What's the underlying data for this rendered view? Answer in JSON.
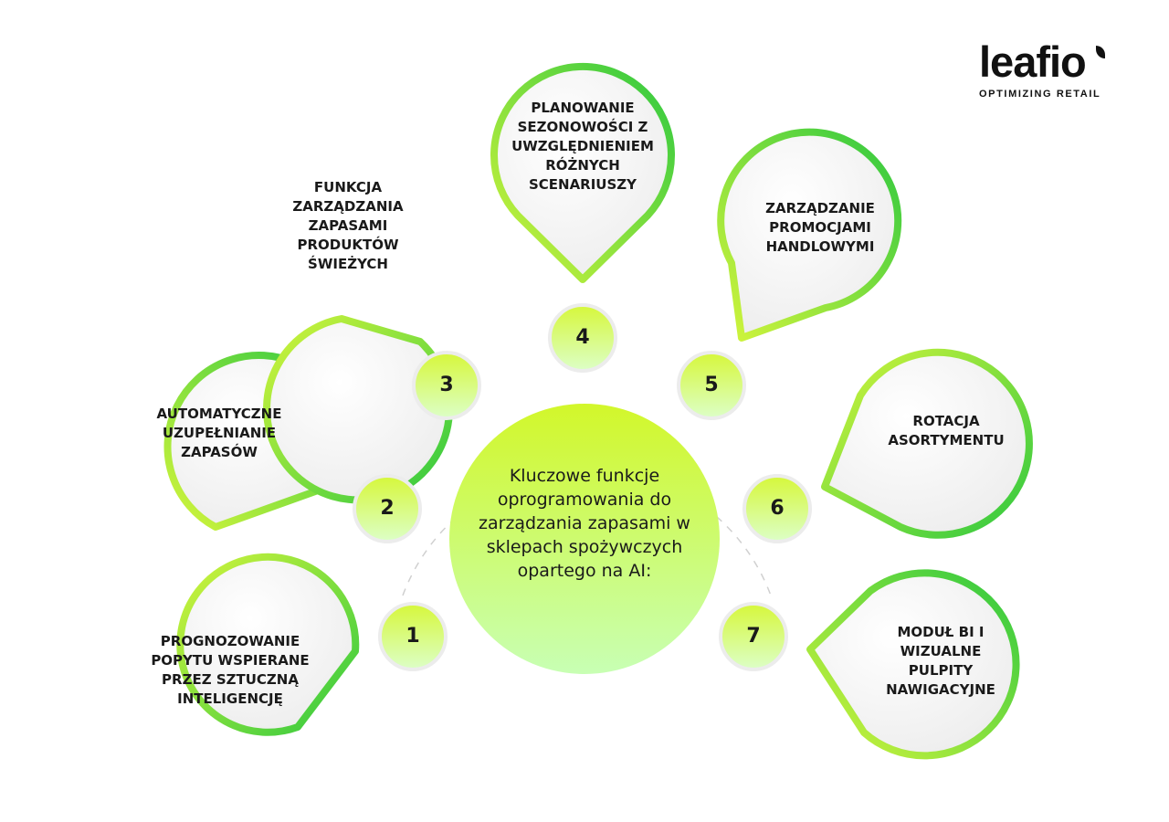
{
  "brand": {
    "name": "leafio",
    "tagline": "OPTIMIZING RETAIL"
  },
  "center": {
    "text": "Kluczowe funkcje oprogramowania do zarządzania zapasami w sklepach spożywczych opartego na AI:"
  },
  "items": [
    {
      "number": "1",
      "label": "PROGNOZOWANIE POPYTU WSPIERANE PRZEZ SZTUCZNĄ INTELIGENCJĘ"
    },
    {
      "number": "2",
      "label": "AUTOMATYCZNE UZUPEŁNIANIE ZAPASÓW"
    },
    {
      "number": "3",
      "label": "FUNKCJA ZARZĄDZANIA ZAPASAMI PRODUKTÓW ŚWIEŻYCH"
    },
    {
      "number": "4",
      "label": "PLANOWANIE SEZONOWOŚCI Z UWZGLĘDNIENIEM RÓŻNYCH SCENARIUSZY"
    },
    {
      "number": "5",
      "label": "ZARZĄDZANIE PROMOCJAMI HANDLOWYMI"
    },
    {
      "number": "6",
      "label": "ROTACJA ASORTYMENTU"
    },
    {
      "number": "7",
      "label": "MODUŁ BI I WIZUALNE PULPITY NAWIGACYJNE"
    }
  ],
  "colors": {
    "green_light": "#d4f53c",
    "green_dark": "#2ec840",
    "bubble_fill": "#f2f2f2",
    "text": "#1a1a1a"
  }
}
